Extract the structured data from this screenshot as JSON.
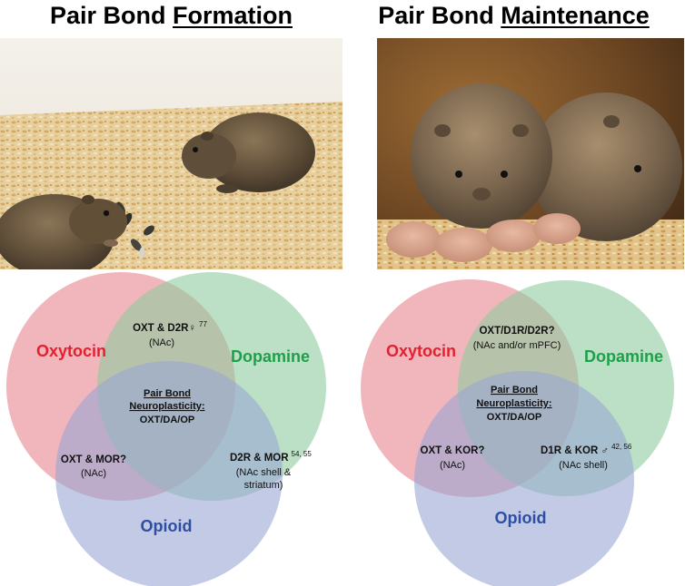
{
  "panels": [
    {
      "title_main": "Pair Bond ",
      "title_emph": "Formation",
      "photo": "two prairie voles on wood shavings with sunflower seeds",
      "venn": {
        "oxytocin": "Oxytocin",
        "dopamine": "Dopamine",
        "opioid": "Opioid",
        "top_line1": "OXT & D2R♀",
        "top_sup": "77",
        "top_line2": "(NAc)",
        "center_line1": "Pair Bond",
        "center_line2": "Neuroplasticity:",
        "center_line3": "OXT/DA/OP",
        "left_line1": "OXT & MOR?",
        "left_line2": "(NAc)",
        "right_line1": "D2R & MOR",
        "right_sup": "54, 55",
        "right_line2": "(NAc shell &",
        "right_line3": "striatum)"
      }
    },
    {
      "title_main": "Pair Bond ",
      "title_emph": "Maintenance",
      "photo": "prairie vole pair huddling over their pups",
      "venn": {
        "oxytocin": "Oxytocin",
        "dopamine": "Dopamine",
        "opioid": "Opioid",
        "top_line1": "OXT/D1R/D2R?",
        "top_line2": "(NAc and/or mPFC)",
        "center_line1": "Pair Bond",
        "center_line2": "Neuroplasticity:",
        "center_line3": "OXT/DA/OP",
        "left_line1": "OXT & KOR?",
        "left_line2": "(NAc)",
        "right_line1": "D1R & KOR ♂",
        "right_sup": "42, 56",
        "right_line2": "(NAc shell)"
      }
    }
  ],
  "colors": {
    "oxytocin_circle": "#e8838f",
    "dopamine_circle": "#8fcc9f",
    "opioid_circle": "#99a6d4",
    "oxytocin_text": "#e4202e",
    "dopamine_text": "#1da04a",
    "opioid_text": "#2d4ea3"
  }
}
